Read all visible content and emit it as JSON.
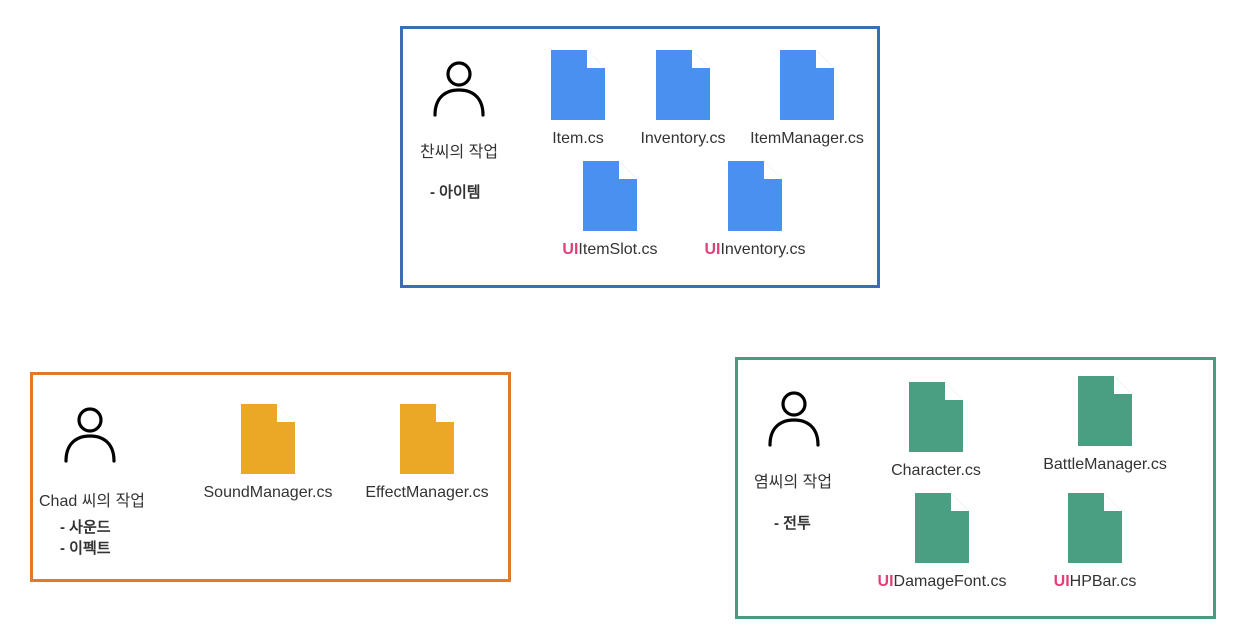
{
  "colors": {
    "blue_file": "#4a90f0",
    "orange_file": "#eba827",
    "green_file": "#4a9e82",
    "ui_prefix": "#e0407a"
  },
  "groups": {
    "item": {
      "owner": "찬씨의 작업",
      "tasks": [
        "- 아이템"
      ],
      "files": [
        "Item.cs",
        "Inventory.cs",
        "ItemManager.cs"
      ],
      "ui_files": [
        {
          "prefix": "UI",
          "name": "ItemSlot.cs"
        },
        {
          "prefix": "UI",
          "name": "Inventory.cs"
        }
      ]
    },
    "sound": {
      "owner": "Chad 씨의 작업",
      "tasks": [
        "- 사운드",
        "- 이펙트"
      ],
      "files": [
        "SoundManager.cs",
        "EffectManager.cs"
      ]
    },
    "battle": {
      "owner": "염씨의 작업",
      "tasks": [
        "- 전투"
      ],
      "files": [
        "Character.cs",
        "BattleManager.cs"
      ],
      "ui_files": [
        {
          "prefix": "UI",
          "name": "DamageFont.cs"
        },
        {
          "prefix": "UI",
          "name": "HPBar.cs"
        }
      ]
    }
  }
}
